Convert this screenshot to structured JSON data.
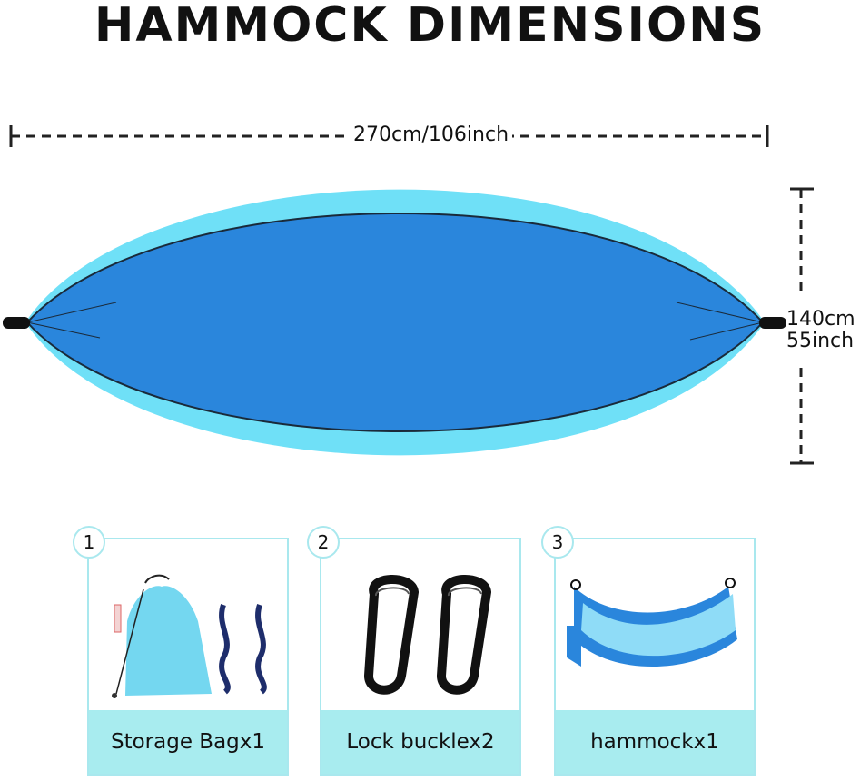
{
  "title": "HAMMOCK DIMENSIONS",
  "dimensions": {
    "width_label": "270cm/106inch",
    "height_label_cm": "140cm",
    "height_label_inch": "55inch"
  },
  "items": [
    {
      "number": "1",
      "label": "Storage Bagx1"
    },
    {
      "number": "2",
      "label": "Lock bucklex2"
    },
    {
      "number": "3",
      "label": "hammockx1"
    }
  ],
  "colors": {
    "hammock_outer": "#6fe0f7",
    "hammock_inner": "#2a86dc",
    "card_border": "#a9e8ee",
    "caption_bg": "#a8ecef"
  }
}
